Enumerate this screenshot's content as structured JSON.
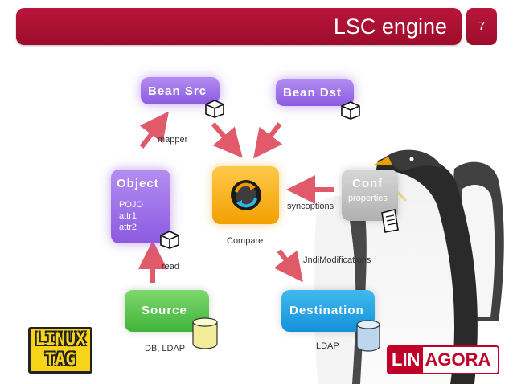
{
  "header": {
    "title": "LSC engine",
    "page_number": "7"
  },
  "nodes": {
    "bean_src": {
      "label": "Bean Src"
    },
    "bean_dst": {
      "label": "Bean Dst"
    },
    "object": {
      "label": "Object",
      "lines": [
        "POJO",
        "attr1",
        "attr2"
      ]
    },
    "engine": {
      "caption": "Compare"
    },
    "conf": {
      "label": "Conf",
      "sub": "properties"
    },
    "source": {
      "label": "Source",
      "caption": "DB, LDAP"
    },
    "destination": {
      "label": "Destination",
      "caption": "LDAP"
    }
  },
  "edges": {
    "mapper": "mapper",
    "read": "read",
    "syncoptions": "syncoptions",
    "jndi": "JndiModifications"
  },
  "logos": {
    "linux_tag": [
      "LINUX",
      "TAG"
    ],
    "linagora": [
      "LIN",
      "AGORA"
    ]
  },
  "colors": {
    "header": "#b0123a",
    "bean": "#9f72eb",
    "source": "#52c44a",
    "destination": "#2aa7e8",
    "conf": "#c6c6c6",
    "engine": "#f7b316",
    "arrow": "#e05a6a"
  }
}
